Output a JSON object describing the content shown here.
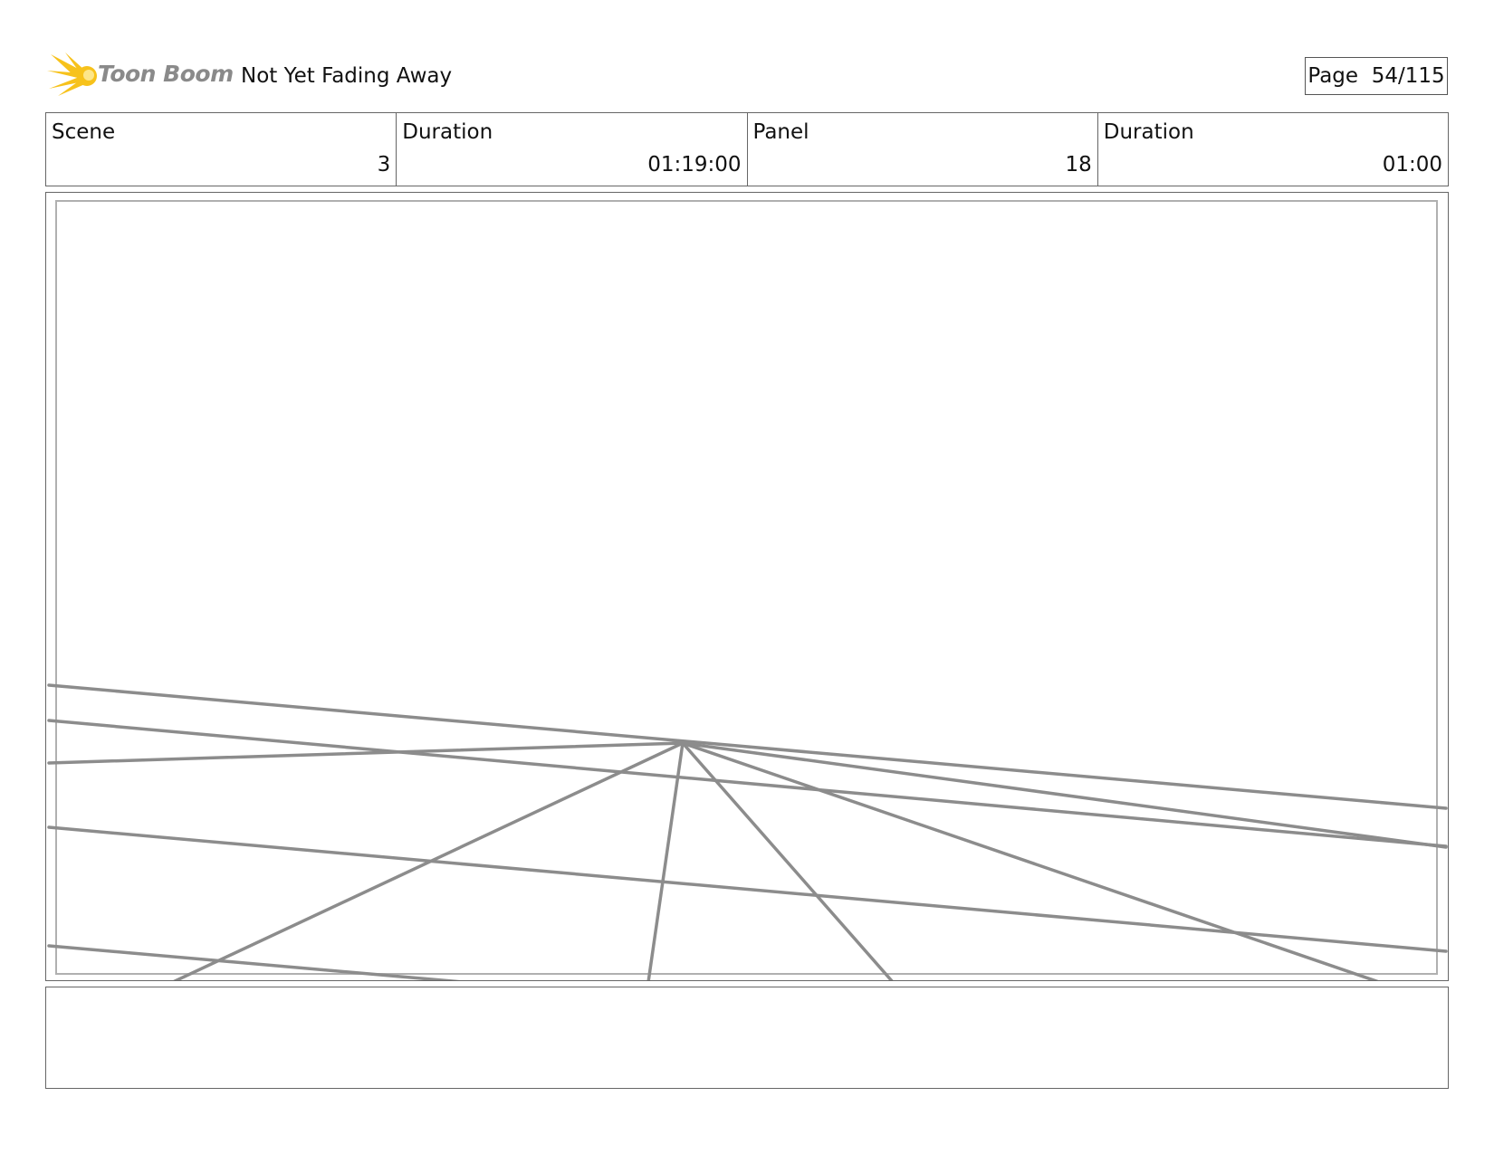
{
  "header": {
    "logo_text": "Toon Boom",
    "title": "Not Yet Fading Away",
    "page_label": "Page",
    "page_value": "54/115"
  },
  "info": {
    "scene_label": "Scene",
    "scene_value": "3",
    "scene_duration_label": "Duration",
    "scene_duration_value": "01:19:00",
    "panel_label": "Panel",
    "panel_value": "18",
    "panel_duration_label": "Duration",
    "panel_duration_value": "01:00"
  },
  "colors": {
    "sketch_line": "#8c8c8c",
    "logo_yellow": "#f7c21b",
    "logo_gray": "#8a8a8a"
  },
  "notes": {
    "text": ""
  }
}
